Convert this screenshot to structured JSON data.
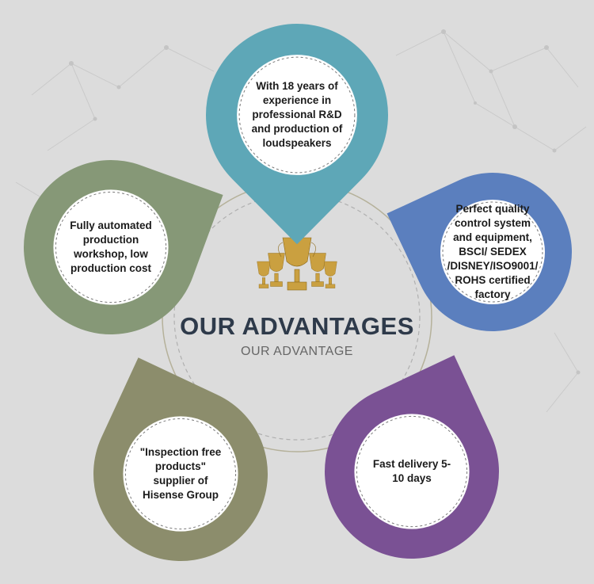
{
  "title": "OUR ADVANTAGES",
  "subtitle": "OUR ADVANTAGE",
  "advantages": [
    {
      "id": "experience",
      "text": "With 18 years of experience in professional R&D and production of loudspeakers",
      "color": "#5ea7b7"
    },
    {
      "id": "quality",
      "text": "Perfect quality control system and equipment, BSCI/ SEDEX /DISNEY/ISO9001/ ROHS certified factory",
      "color": "#5b7fbe"
    },
    {
      "id": "delivery",
      "text": "Fast delivery 5-10 days",
      "color": "#7a5194"
    },
    {
      "id": "hisense",
      "text": "\"Inspection free products\" supplier of Hisense Group",
      "color": "#8c8d6c"
    },
    {
      "id": "automation",
      "text": "Fully automated production workshop, low production cost",
      "color": "#869877"
    }
  ],
  "icons": {
    "trophy": "trophy-icon"
  }
}
